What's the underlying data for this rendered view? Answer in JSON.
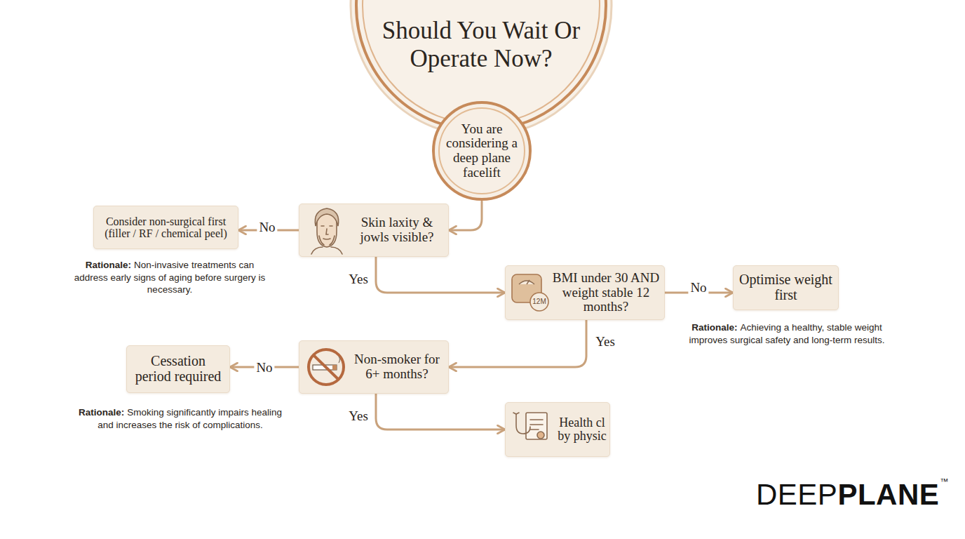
{
  "diagram": {
    "title": "Should You Wait Or Operate Now?",
    "nodes": [
      {
        "text": [
          "You are considering a deep plane facelift"
        ]
      },
      {
        "text": [
          "Skin laxity & jowls visible?"
        ]
      },
      {
        "text": [
          "Consider non-surgical first (filler / RF / chemical peel)"
        ]
      },
      {
        "text": [
          "BMI under 30 AND weight stable 12 months?"
        ]
      },
      {
        "text": [
          "Optimise weight first"
        ]
      },
      {
        "text": [
          "Non-smoker for 6+ months?"
        ]
      },
      {
        "text": [
          "Cessation period required"
        ]
      },
      {
        "text": [
          "Health cl by physic"
        ]
      }
    ],
    "edges": [
      {
        "from": 0,
        "to": 1,
        "arrow": "to"
      },
      {
        "from": 1,
        "to": 2,
        "label": "No",
        "arrow": "to"
      },
      {
        "from": 1,
        "to": 3,
        "label": "Yes",
        "arrow": "to"
      },
      {
        "from": 3,
        "to": 4,
        "label": "No",
        "arrow": "to"
      },
      {
        "from": 3,
        "to": 5,
        "label": "Yes",
        "arrow": "to"
      },
      {
        "from": 5,
        "to": 6,
        "label": "No",
        "arrow": "to"
      },
      {
        "from": 5,
        "to": 7,
        "label": "Yes",
        "arrow": "to"
      }
    ],
    "labels": [
      "Rationale:",
      "Non-invasive treatments can address early signs of aging before surgery is necessary.",
      "Rationale:",
      "Achieving a healthy, stable weight improves surgical safety and long-term results.",
      "Rationale:",
      "Smoking significantly impairs healing and increases the risk of complications.",
      "12M",
      "DEEP",
      "PLANE",
      "™"
    ]
  }
}
